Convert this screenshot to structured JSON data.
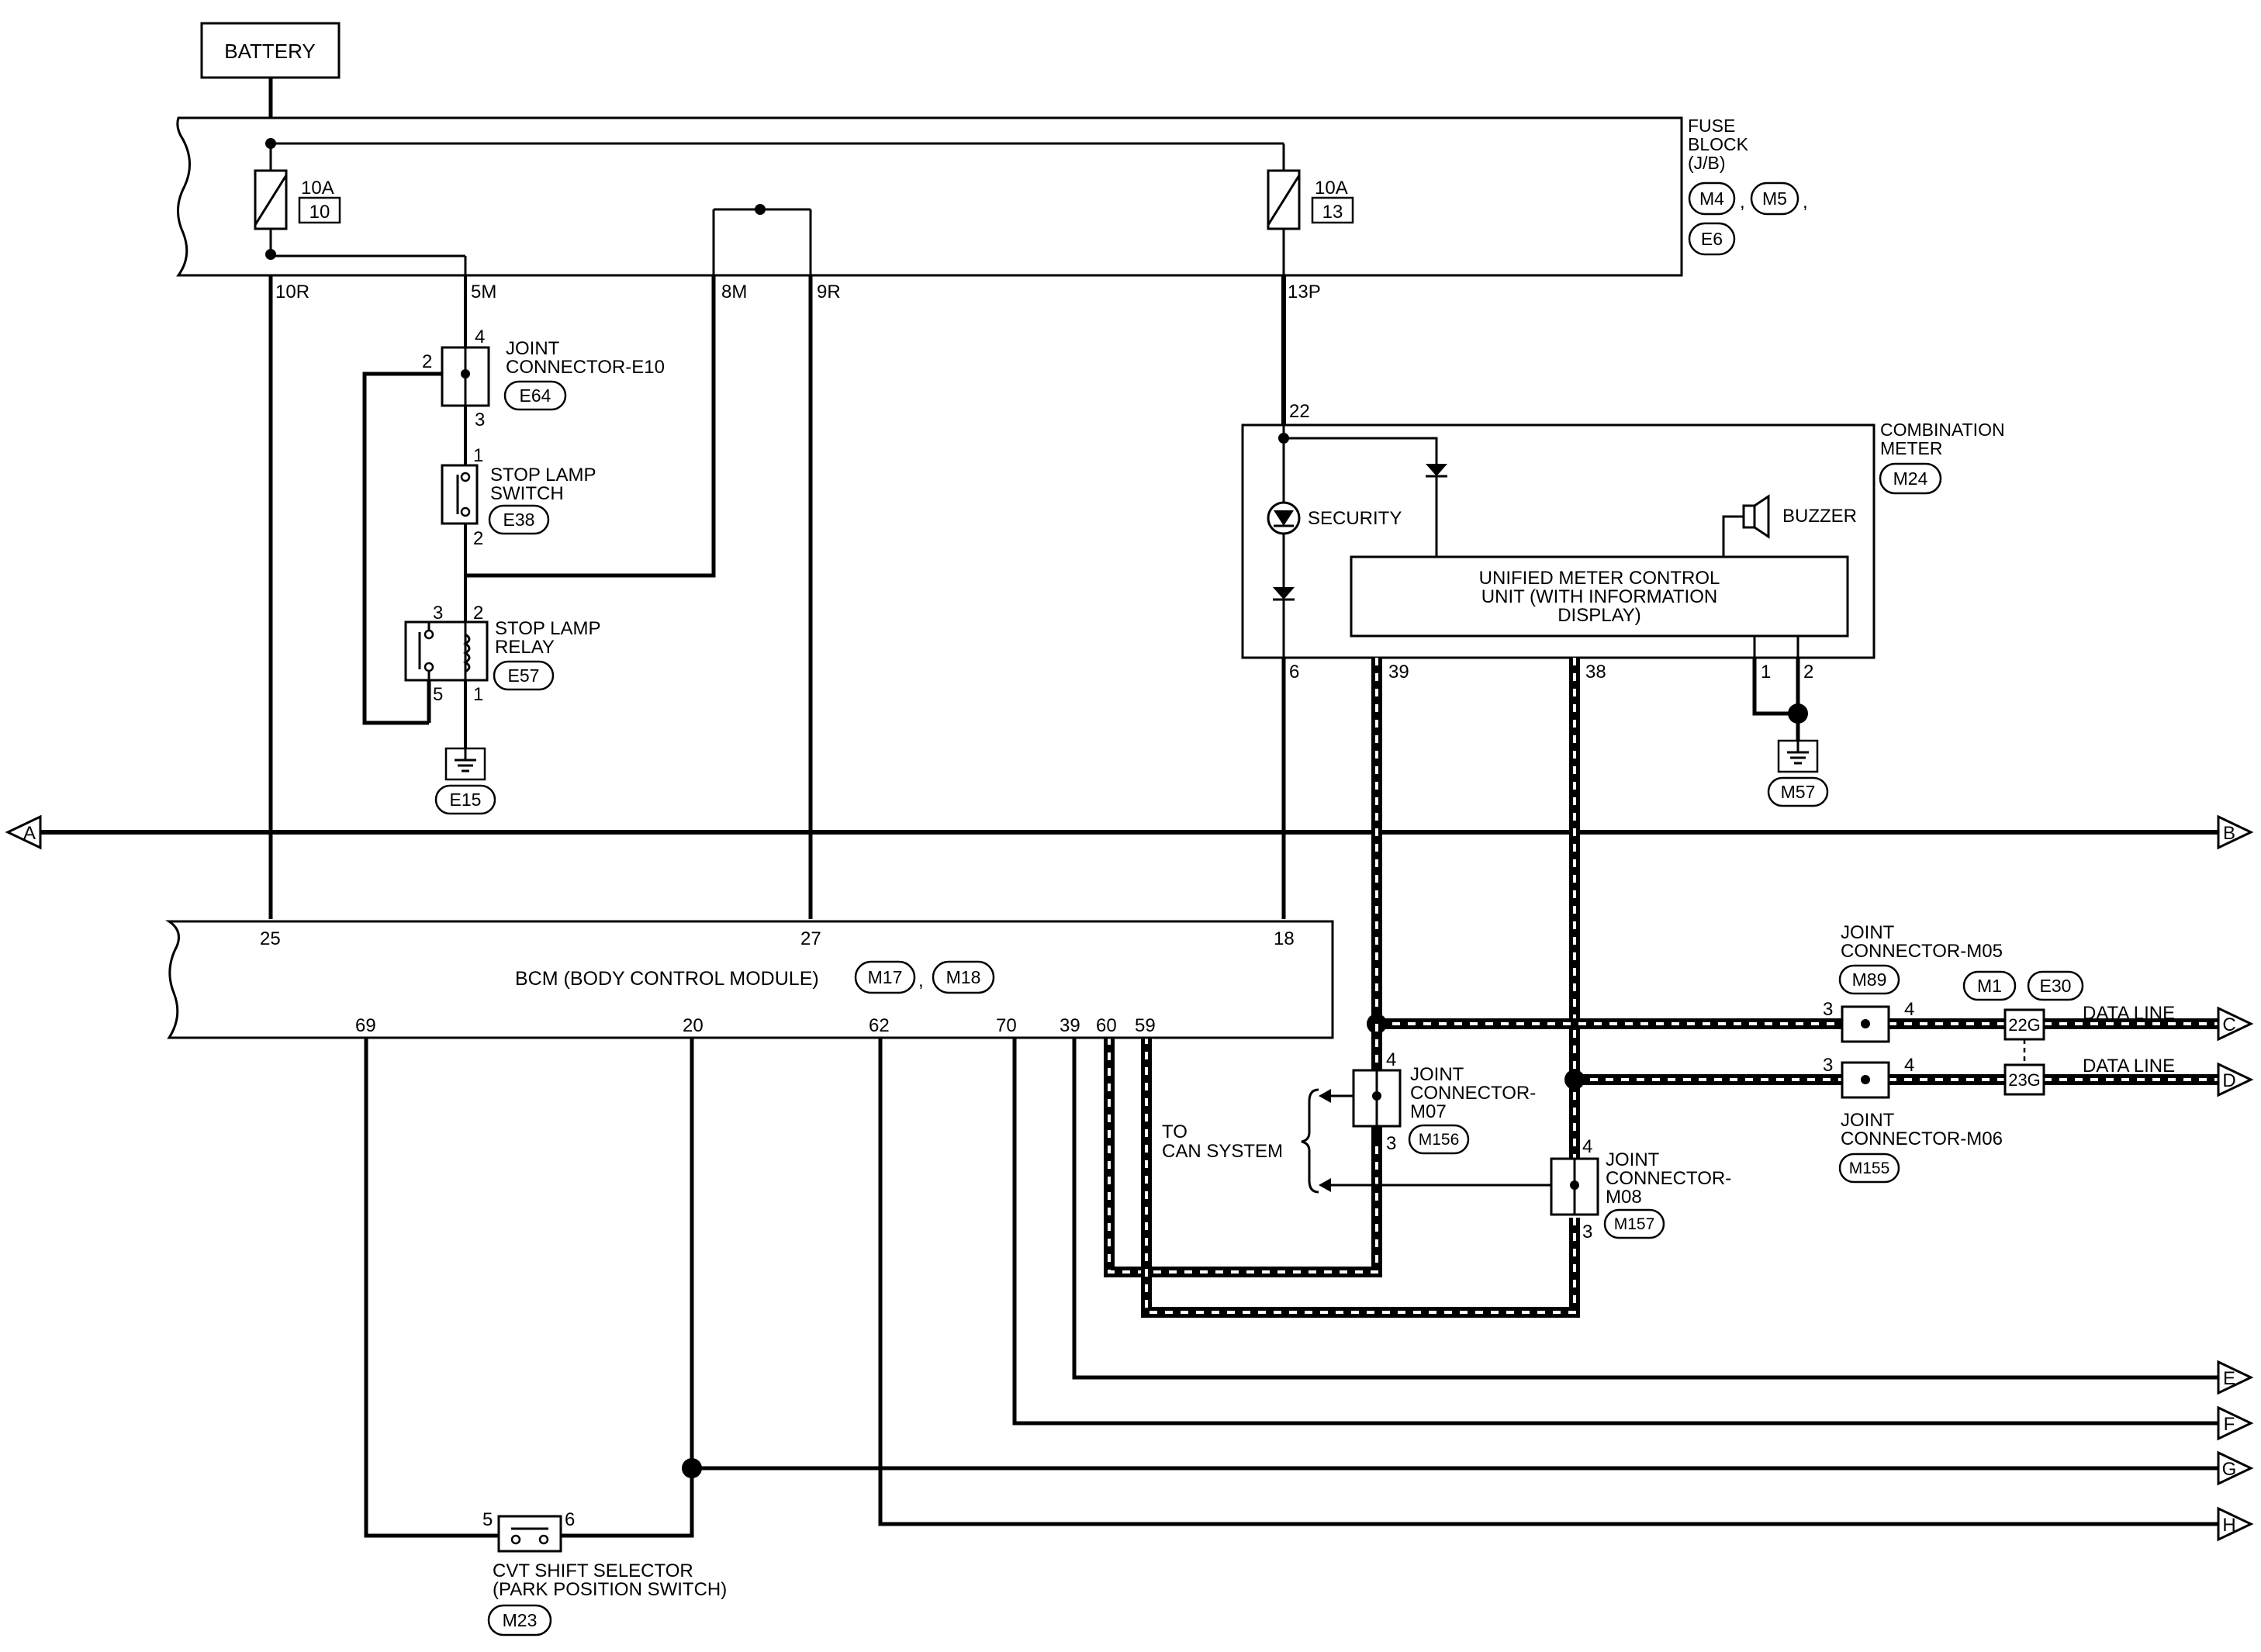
{
  "battery": "BATTERY",
  "fuse_block": {
    "title": [
      "FUSE",
      "BLOCK",
      "(J/B)"
    ],
    "connectors": [
      "M4",
      "M5",
      "E6"
    ],
    "fuse_10": {
      "rating": "10A",
      "number": "10"
    },
    "fuse_13": {
      "rating": "10A",
      "number": "13"
    },
    "terminals": {
      "t10R": "10R",
      "t5M": "5M",
      "t8M": "8M",
      "t9R": "9R",
      "t13P": "13P"
    }
  },
  "joint_e10": {
    "label": [
      "JOINT",
      "CONNECTOR-E10"
    ],
    "connector": "E64",
    "pins": {
      "p4": "4",
      "p2": "2",
      "p3": "3"
    }
  },
  "stop_lamp_switch": {
    "label": [
      "STOP LAMP",
      "SWITCH"
    ],
    "connector": "E38",
    "pins": {
      "p1": "1",
      "p2": "2"
    }
  },
  "stop_lamp_relay": {
    "label": [
      "STOP LAMP",
      "RELAY"
    ],
    "connector": "E57",
    "pins": {
      "p3": "3",
      "p2": "2",
      "p5": "5",
      "p1": "1"
    }
  },
  "ground_e15": "E15",
  "combination_meter": {
    "label": [
      "COMBINATION",
      "METER"
    ],
    "connector": "M24",
    "pin_in": "22",
    "security": "SECURITY",
    "buzzer": "BUZZER",
    "unit": [
      "UNIFIED METER CONTROL",
      "UNIT (WITH INFORMATION",
      "DISPLAY)"
    ],
    "pins": {
      "p6": "6",
      "p39": "39",
      "p38": "38",
      "p1": "1",
      "p2": "2"
    }
  },
  "ground_m57": "M57",
  "connectors_offpage": {
    "A": "A",
    "B": "B",
    "C": "C",
    "D": "D",
    "E": "E",
    "F": "F",
    "G": "G",
    "H": "H"
  },
  "bcm": {
    "label": "BCM (BODY CONTROL MODULE)",
    "connectors": [
      "M17",
      "M18"
    ],
    "top_pins": {
      "p25": "25",
      "p27": "27",
      "p18": "18"
    },
    "bottom_pins": {
      "p69": "69",
      "p20": "20",
      "p62": "62",
      "p70": "70",
      "p39": "39",
      "p60": "60",
      "p59": "59"
    }
  },
  "joint_m05": {
    "label": [
      "JOINT",
      "CONNECTOR-M05"
    ],
    "connector": "M89",
    "pins": {
      "p3": "3",
      "p4": "4"
    }
  },
  "joint_m06": {
    "label": [
      "JOINT",
      "CONNECTOR-M06"
    ],
    "connector": "M155",
    "pins": {
      "p3": "3",
      "p4": "4"
    }
  },
  "joint_m07": {
    "label": [
      "JOINT",
      "CONNECTOR-",
      "M07"
    ],
    "connector": "M156",
    "pins": {
      "p4": "4",
      "p3": "3"
    }
  },
  "joint_m08": {
    "label": [
      "JOINT",
      "CONNECTOR-",
      "M08"
    ],
    "connector": "M157",
    "pins": {
      "p4": "4",
      "p3": "3"
    }
  },
  "to_can": [
    "TO",
    "CAN SYSTEM"
  ],
  "inline_connectors": {
    "m1": "M1",
    "e30": "E30",
    "t22G": "22G",
    "t23G": "23G"
  },
  "data_line": "DATA LINE",
  "cvt_selector": {
    "label": [
      "CVT SHIFT SELECTOR",
      "(PARK POSITION SWITCH)"
    ],
    "connector": "M23",
    "pins": {
      "p5": "5",
      "p6": "6"
    }
  }
}
